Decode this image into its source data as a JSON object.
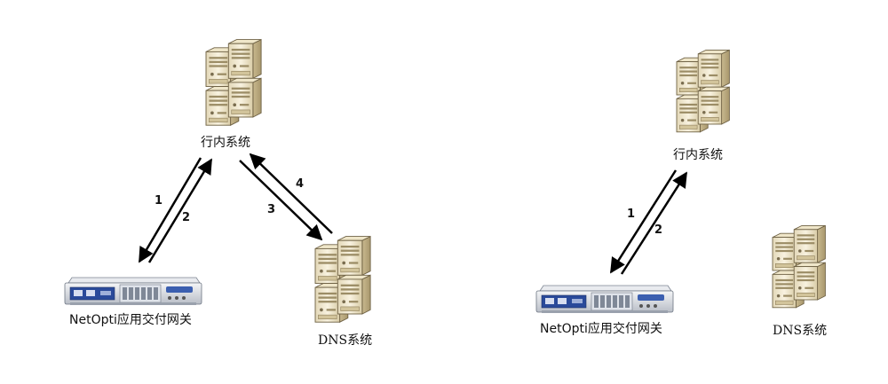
{
  "left_panel": {
    "server_label": "行内系统",
    "gateway_label": "NetOpti应用交付网关",
    "dns_label": "DNS系统",
    "arrows": [
      "1",
      "2",
      "3",
      "4"
    ]
  },
  "right_panel": {
    "server_label": "行内系统",
    "gateway_label": "NetOpti应用交付网关",
    "dns_label": "DNS系统",
    "arrows": [
      "1",
      "2"
    ]
  },
  "colors": {
    "server_body": "#f1e9d2",
    "server_edge": "#8a7a55",
    "arrow": "#000000",
    "gateway_blue": "#2a4a9a"
  },
  "icons": [
    "server-stack-icon",
    "network-appliance-icon"
  ]
}
